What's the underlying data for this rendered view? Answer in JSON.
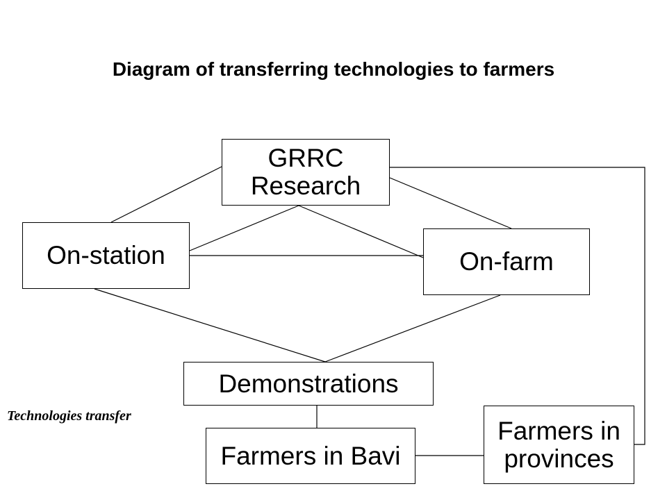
{
  "title": "Diagram of transferring technologies to farmers",
  "nodes": {
    "grrc": "GRRC\nResearch",
    "on_station": "On-station",
    "on_farm": "On-farm",
    "demonstrations": "Demonstrations",
    "farmers_bavi": "Farmers in Bavi",
    "farmers_provinces": "Farmers in\nprovinces"
  },
  "annotation": "Technologies transfer"
}
